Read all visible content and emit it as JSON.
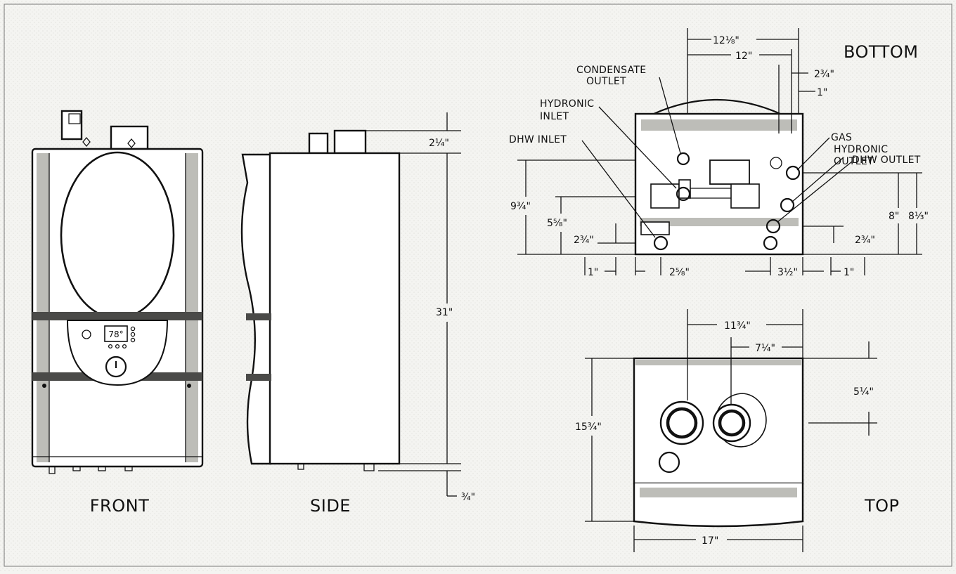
{
  "colors": {
    "background": "#f4f4f1",
    "ink": "#111111",
    "panel": "#ffffff",
    "shade": "#bdbdb8"
  },
  "views": {
    "front": "FRONT",
    "side": "SIDE",
    "bottom": "BOTTOM",
    "top": "TOP"
  },
  "display": {
    "temperature": "78°"
  },
  "connections": {
    "condensate": "CONDENSATE OUTLET",
    "condensate_line1": "CONDENSATE",
    "condensate_line2": "OUTLET",
    "hydronic_inlet_line1": "HYDRONIC",
    "hydronic_inlet_line2": "INLET",
    "dhw_inlet": "DHW  INLET",
    "gas": "GAS",
    "hydronic_outlet_line1": "HYDRONIC",
    "hydronic_outlet_line2": "OUTLET",
    "dhw_outlet": "DHW  OUTLET"
  },
  "dimensions": {
    "side_top_height": "2¼\"",
    "side_total_height": "31\"",
    "side_bottom_stub": "¾\"",
    "bottom_width_outer": "12⅛\"",
    "bottom_width_inner": "12\"",
    "bottom_right_offset": "2¾\"",
    "bottom_right_small": "1\"",
    "bottom_left_height": "9¾\"",
    "bottom_left_mid": "5⅝\"",
    "bottom_left_low": "2¾\"",
    "bottom_right_low": "2¾\"",
    "bottom_right_mid": "8\"",
    "bottom_right_high": "8⅓\"",
    "bottom_base_left": "1\"",
    "bottom_base_mid": "2⅝\"",
    "bottom_base_right_mid": "3½\"",
    "bottom_base_right": "1\"",
    "top_width_outer": "11¾\"",
    "top_width_inner": "7¼\"",
    "top_depth_small": "5¼\"",
    "top_depth": "15¾\"",
    "top_width": "17\""
  }
}
